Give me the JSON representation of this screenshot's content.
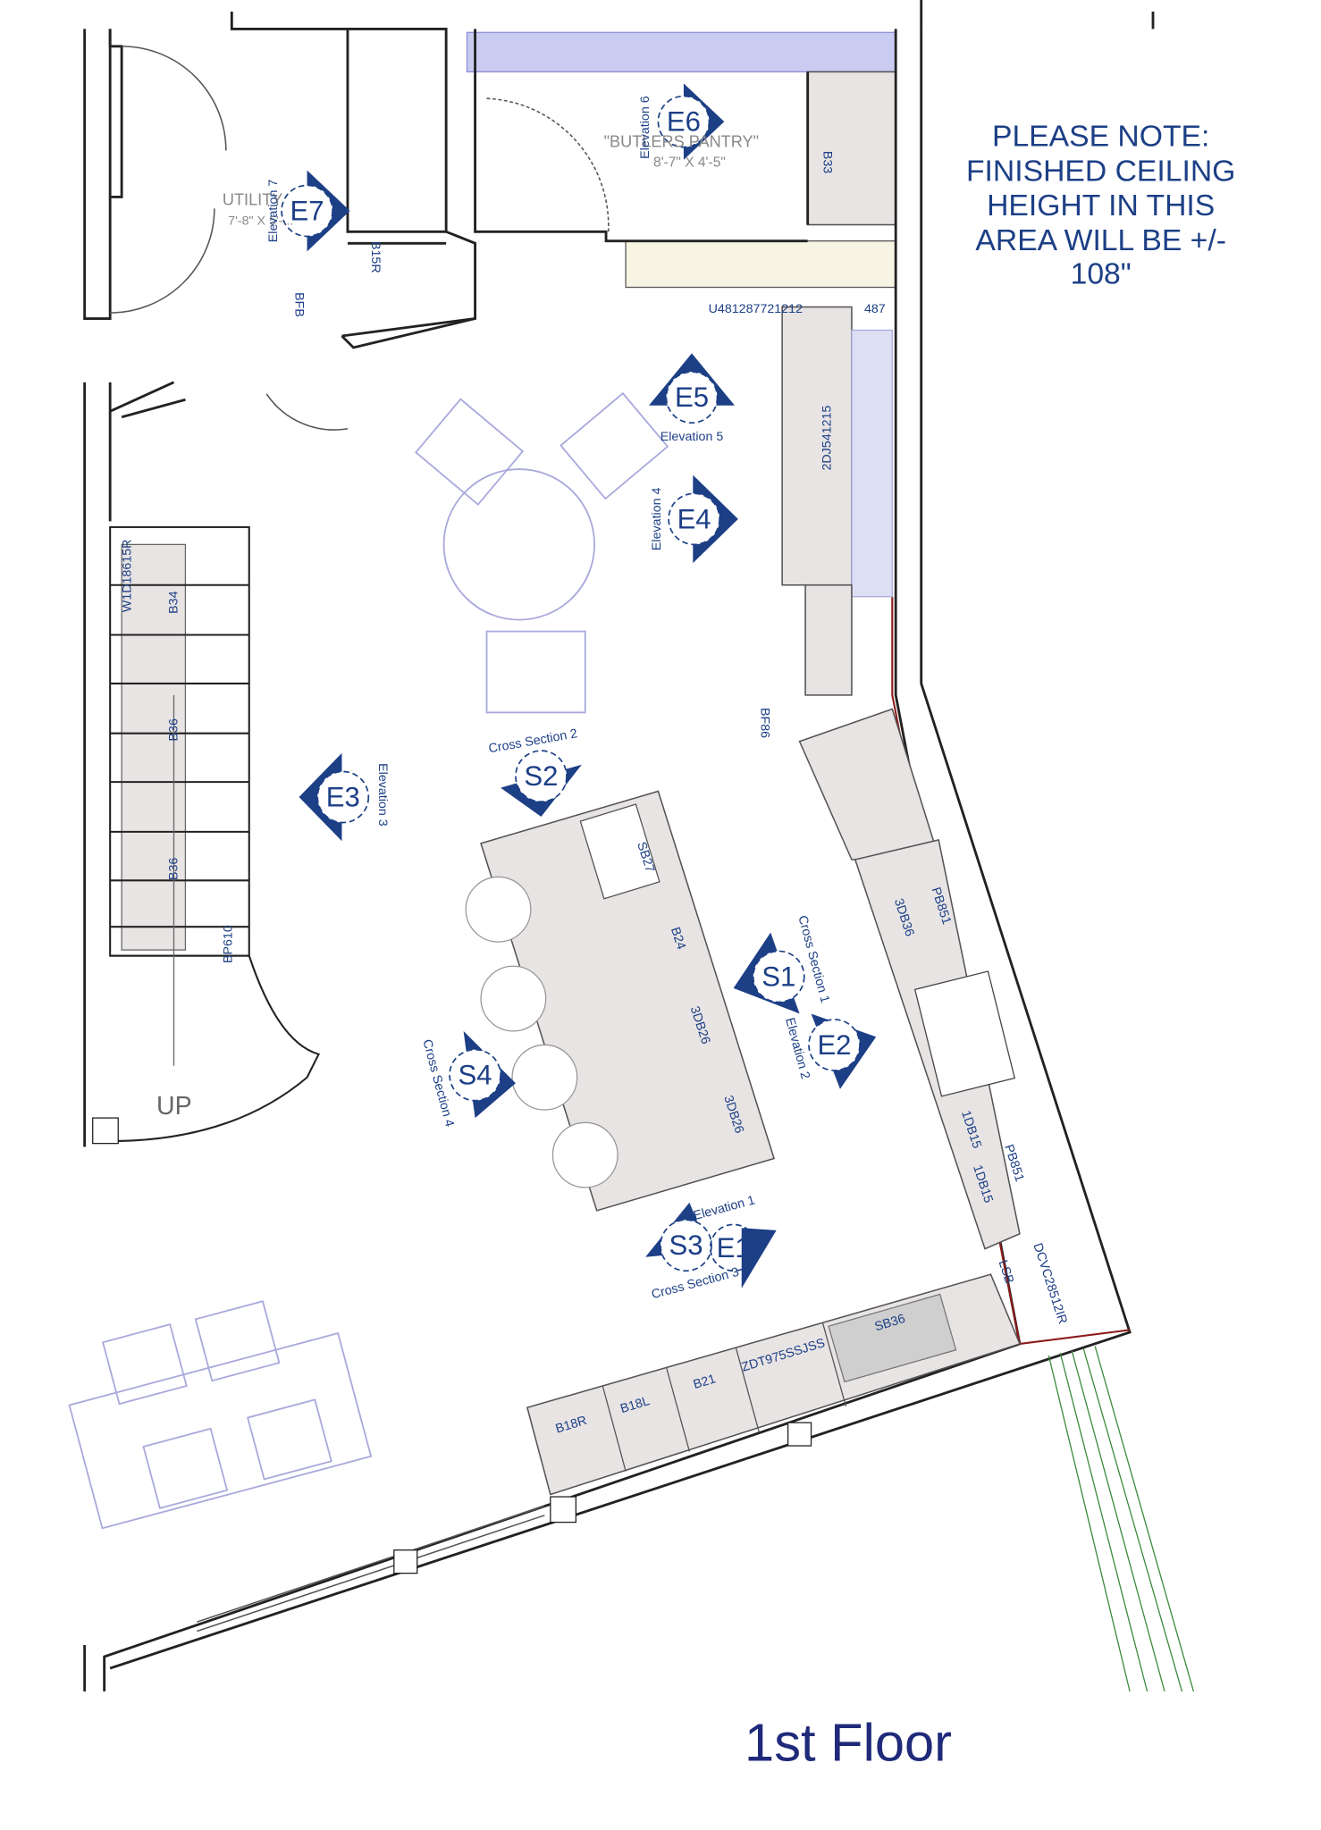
{
  "note": {
    "lines": [
      "PLEASE NOTE:",
      "FINISHED CEILING",
      "HEIGHT IN THIS",
      "AREA WILL BE +/-",
      "108\""
    ]
  },
  "title": "1st Floor",
  "rooms": {
    "pantry_name": "\"BUTLERS PANTRY\"",
    "pantry_size": "8'-7\" X 4'-5\"",
    "utility_name": "UTILITY",
    "utility_size": "7'-8\" X 5'-..."
  },
  "stairs_label": "UP",
  "markers": {
    "e1": "E1",
    "e2": "E2",
    "e3": "E3",
    "e4": "E4",
    "e5": "E5",
    "e6": "E6",
    "e7": "E7",
    "s1": "S1",
    "s2": "S2",
    "s3": "S3",
    "s4": "S4"
  },
  "marker_labels": {
    "elevation_1": "Elevation 1",
    "elevation_2": "Elevation 2",
    "elevation_3": "Elevation 3",
    "elevation_4": "Elevation 4",
    "elevation_5": "Elevation 5",
    "elevation_6": "Elevation 6",
    "elevation_7": "Elevation 7",
    "cross_section_1": "Cross Section 1",
    "cross_section_2": "Cross Section 2",
    "cross_section_3": "Cross Section 3",
    "cross_section_4": "Cross Section 4"
  },
  "cabinets": {
    "b33": "B33",
    "b15r_util": "B15R",
    "bfb": "BFB",
    "u48": "U481287721212",
    "c487": "487",
    "dj": "2DJ541215",
    "w1d": "W1D18615R",
    "b34": "B34",
    "b36a": "B36",
    "b36b": "B36",
    "bp610": "BP610",
    "bf86": "BF86",
    "sb27": "SB27",
    "b24": "B24",
    "db26a": "3DB26",
    "db26b": "3DB26",
    "db36": "3DB36",
    "pb851a": "PB851",
    "db15a": "1DB15",
    "db15b": "1DB15",
    "pb851b": "PB851",
    "dcvc": "DCVC28512IR",
    "lsb": "LSB",
    "sb36": "SB36",
    "zdt": "ZDT975SSJSS",
    "b21": "B21",
    "b18l": "B18L",
    "b18r": "B18R"
  },
  "colors": {
    "accent": "#1c3f86",
    "title": "#1f2a7a",
    "wall_accent": "#8b1a1a",
    "site_line": "#3a8a3a"
  }
}
